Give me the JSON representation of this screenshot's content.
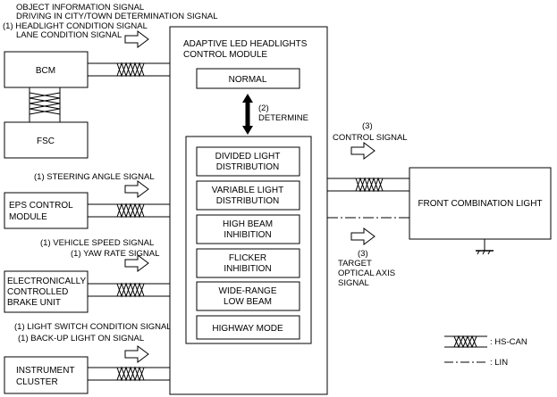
{
  "signals": {
    "object_info": "OBJECT INFORMATION SIGNAL",
    "driving_city": "DRIVING IN CITY/TOWN DETERMINATION SIGNAL",
    "headlight_cond": "(1)  HEADLIGHT CONDITION SIGNAL",
    "lane_cond": "LANE CONDITION SIGNAL",
    "steering": "(1) STEERING ANGLE SIGNAL",
    "vehicle_speed": "(1) VEHICLE SPEED SIGNAL",
    "yaw_rate": "(1) YAW RATE SIGNAL",
    "light_switch": "(1) LIGHT SWITCH CONDITION SIGNAL",
    "backup_light": "(1) BACK-UP LIGHT ON SIGNAL",
    "control_num": "(3)",
    "control": "CONTROL SIGNAL",
    "target_num": "(3)",
    "target_l1": "TARGET",
    "target_l2": "OPTICAL AXIS",
    "target_l3": "SIGNAL"
  },
  "blocks": {
    "bcm": "BCM",
    "fsc": "FSC",
    "eps_l1": "EPS CONTROL",
    "eps_l2": "MODULE",
    "ecbu_l1": "ELECTRONICALLY",
    "ecbu_l2": "CONTROLLED",
    "ecbu_l3": "BRAKE UNIT",
    "ic_l1": "INSTRUMENT",
    "ic_l2": "CLUSTER",
    "front_light": "FRONT COMBINATION LIGHT"
  },
  "module": {
    "title_l1": "ADAPTIVE LED HEADLIGHTS",
    "title_l2": "CONTROL MODULE",
    "normal": "NORMAL",
    "determine_num": "(2)",
    "determine": "DETERMINE",
    "functions": [
      {
        "l1": "DIVIDED  LIGHT",
        "l2": "DISTRIBUTION"
      },
      {
        "l1": "VARIABLE LIGHT",
        "l2": "DISTRIBUTION"
      },
      {
        "l1": "HIGH BEAM",
        "l2": "INHIBITION"
      },
      {
        "l1": "FLICKER",
        "l2": "INHIBITION"
      },
      {
        "l1": "WIDE-RANGE",
        "l2": "LOW BEAM"
      },
      {
        "l1": "HIGHWAY MODE",
        "l2": ""
      }
    ]
  },
  "legend": {
    "hs_can": ": HS-CAN",
    "lin": ": LIN"
  }
}
